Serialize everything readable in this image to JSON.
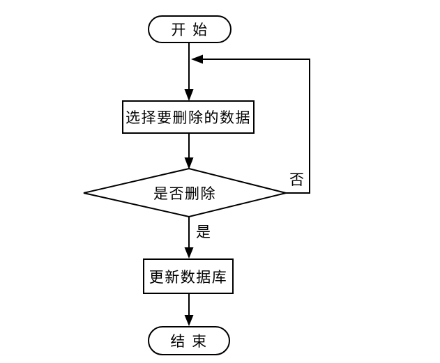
{
  "diagram": {
    "type": "flowchart",
    "colors": {
      "stroke": "#000000",
      "node_fill": "#ffffff",
      "background": "#ffffff",
      "text": "#000000"
    },
    "nodes": {
      "start": {
        "label": "开 始",
        "shape": "terminator"
      },
      "select": {
        "label": "选择要删除的数据",
        "shape": "process"
      },
      "decision": {
        "label": "是否删除",
        "shape": "decision"
      },
      "update": {
        "label": "更新数据库",
        "shape": "process"
      },
      "end": {
        "label": "结 束",
        "shape": "terminator"
      }
    },
    "edge_labels": {
      "yes": "是",
      "no": "否"
    }
  }
}
